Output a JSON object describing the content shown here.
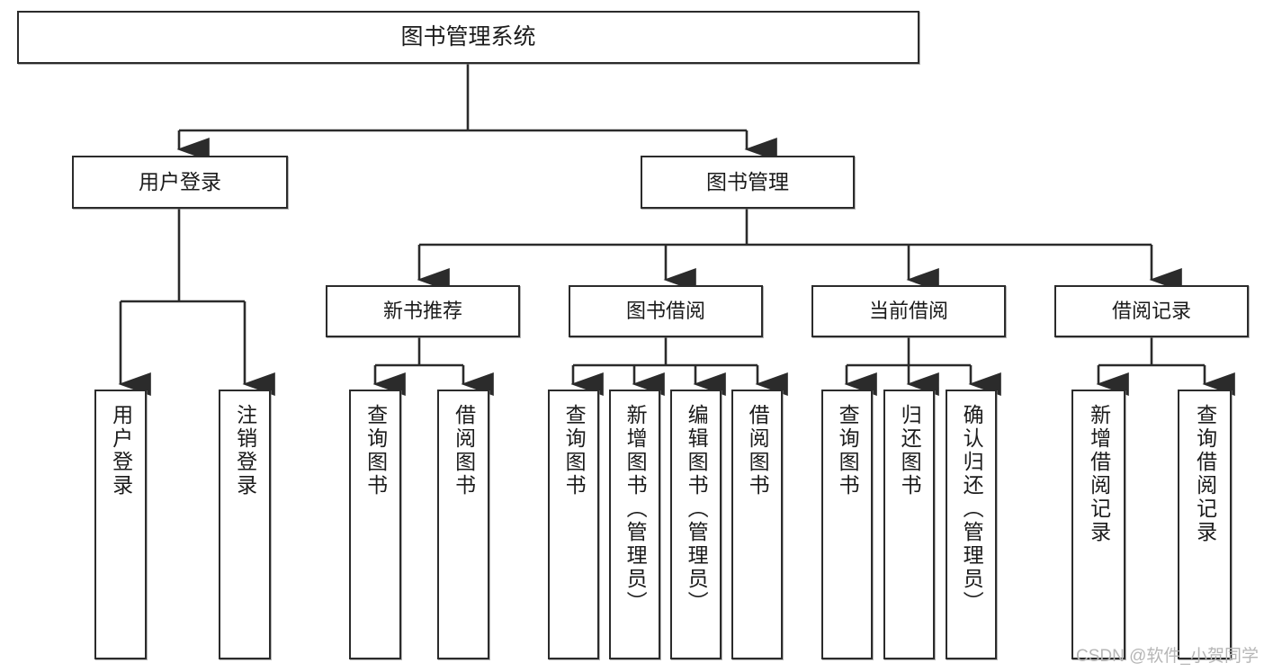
{
  "diagram": {
    "type": "hierarchy-tree",
    "title_node": {
      "label": "图书管理系统",
      "level": 1
    },
    "level2": [
      {
        "label": "用户登录"
      },
      {
        "label": "图书管理"
      }
    ],
    "level3": [
      {
        "label": "新书推荐",
        "parent": "图书管理"
      },
      {
        "label": "图书借阅",
        "parent": "图书管理"
      },
      {
        "label": "当前借阅",
        "parent": "图书管理"
      },
      {
        "label": "借阅记录",
        "parent": "图书管理"
      }
    ],
    "leaves": {
      "user_login": [
        {
          "label": "用户登录"
        },
        {
          "label": "注销登录"
        }
      ],
      "new_book_recommend": [
        {
          "label": "查询图书"
        },
        {
          "label": "借阅图书"
        }
      ],
      "book_borrow": [
        {
          "label": "查询图书"
        },
        {
          "label": "新增图书（管理员）"
        },
        {
          "label": "编辑图书（管理员）"
        },
        {
          "label": "借阅图书"
        }
      ],
      "current_borrow": [
        {
          "label": "查询图书"
        },
        {
          "label": "归还图书"
        },
        {
          "label": "确认归还（管理员）"
        }
      ],
      "borrow_record": [
        {
          "label": "新增借阅记录"
        },
        {
          "label": "查询借阅记录"
        }
      ]
    }
  },
  "watermark": {
    "text": "CSDN @软件_小贺同学"
  },
  "colors": {
    "border": "#2b2b2b",
    "text": "#1b1b1b",
    "background": "#ffffff",
    "watermark": "#b6b6b6"
  }
}
